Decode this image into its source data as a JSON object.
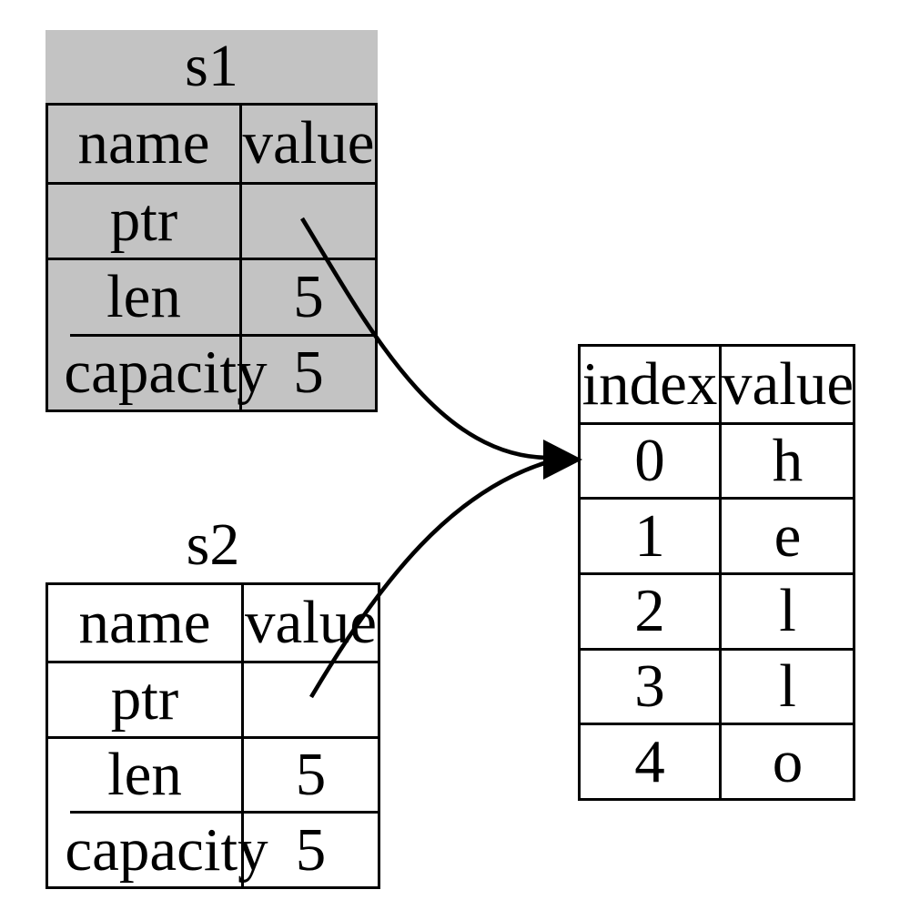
{
  "s1": {
    "title": "s1",
    "rows": [
      [
        "name",
        "value"
      ],
      [
        "ptr",
        ""
      ],
      [
        "len",
        "5"
      ],
      [
        "capacity",
        "5"
      ]
    ]
  },
  "s2": {
    "title": "s2",
    "rows": [
      [
        "name",
        "value"
      ],
      [
        "ptr",
        ""
      ],
      [
        "len",
        "5"
      ],
      [
        "capacity",
        "5"
      ]
    ]
  },
  "heap": {
    "headers": [
      "index",
      "value"
    ],
    "rows": [
      [
        "0",
        "h"
      ],
      [
        "1",
        "e"
      ],
      [
        "2",
        "l"
      ],
      [
        "3",
        "l"
      ],
      [
        "4",
        "o"
      ]
    ]
  },
  "colors": {
    "moved_fill": "#c3c3c3",
    "border": "#000000",
    "background": "#ffffff",
    "arrow": "#000000"
  }
}
